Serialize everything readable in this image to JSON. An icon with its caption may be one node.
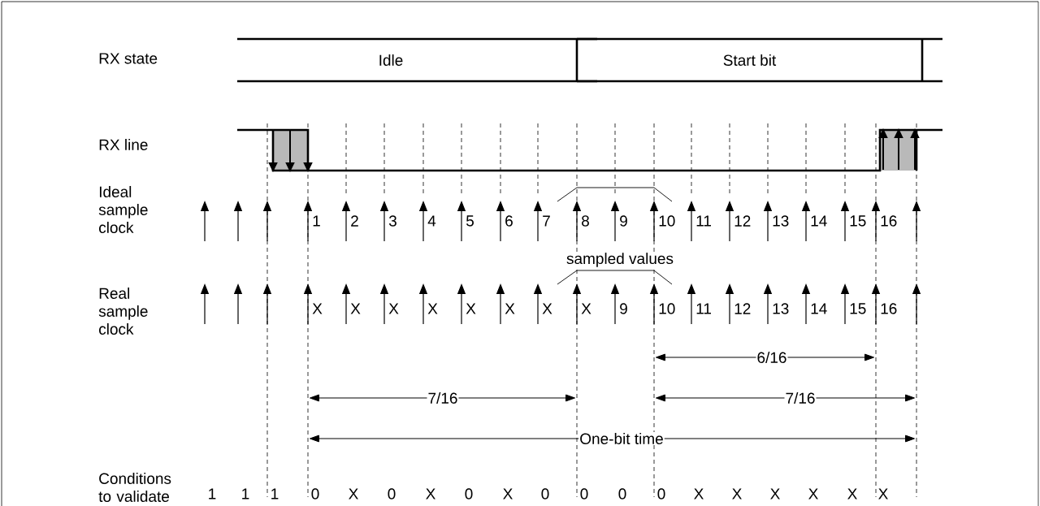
{
  "diagram": {
    "nodes": [
      {
        "text": [
          "Idle"
        ]
      },
      {
        "text": [
          "Start bit"
        ]
      }
    ],
    "labels": [
      "RX state",
      "RX line",
      "Ideal sample clock",
      "1",
      "2",
      "3",
      "4",
      "5",
      "6",
      "7",
      "8",
      "9",
      "10",
      "11",
      "12",
      "13",
      "14",
      "15",
      "16",
      "sampled values",
      "Real sample clock",
      "X",
      "X",
      "X",
      "X",
      "X",
      "X",
      "X",
      "X",
      "9",
      "10",
      "11",
      "12",
      "13",
      "14",
      "15",
      "16",
      "6/16",
      "7/16",
      "7/16",
      "One-bit time",
      "Conditions to validate",
      "1",
      "1",
      "1",
      "0",
      "X",
      "0",
      "X",
      "0",
      "X",
      "0",
      "0",
      "0",
      "0",
      "X",
      "X",
      "X",
      "X",
      "X",
      "X"
    ]
  }
}
